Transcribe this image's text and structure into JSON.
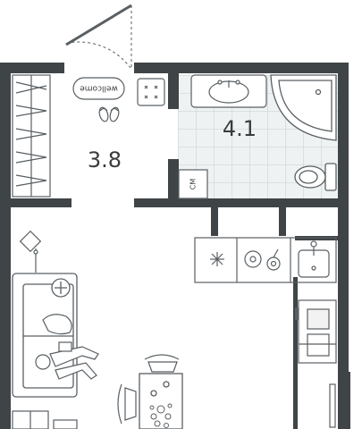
{
  "rooms": {
    "hall_area": "3.8",
    "bath_area": "4.1"
  },
  "labels": {
    "doormat": "wellcome",
    "washer": "CM"
  },
  "colors": {
    "wall": "#3f4447",
    "line": "#595f63",
    "tile": "#dde3e6",
    "floor": "#ffffff"
  },
  "icons": [
    "door-swing",
    "wardrobe",
    "doormat",
    "slippers",
    "washbasin",
    "corner-bathtub",
    "toilet",
    "washing-machine",
    "kitchen-counter",
    "stove",
    "sink",
    "floor-lamp",
    "sofa",
    "person-reading",
    "dining-table",
    "chair",
    "flowers",
    "fridge",
    "tv"
  ]
}
